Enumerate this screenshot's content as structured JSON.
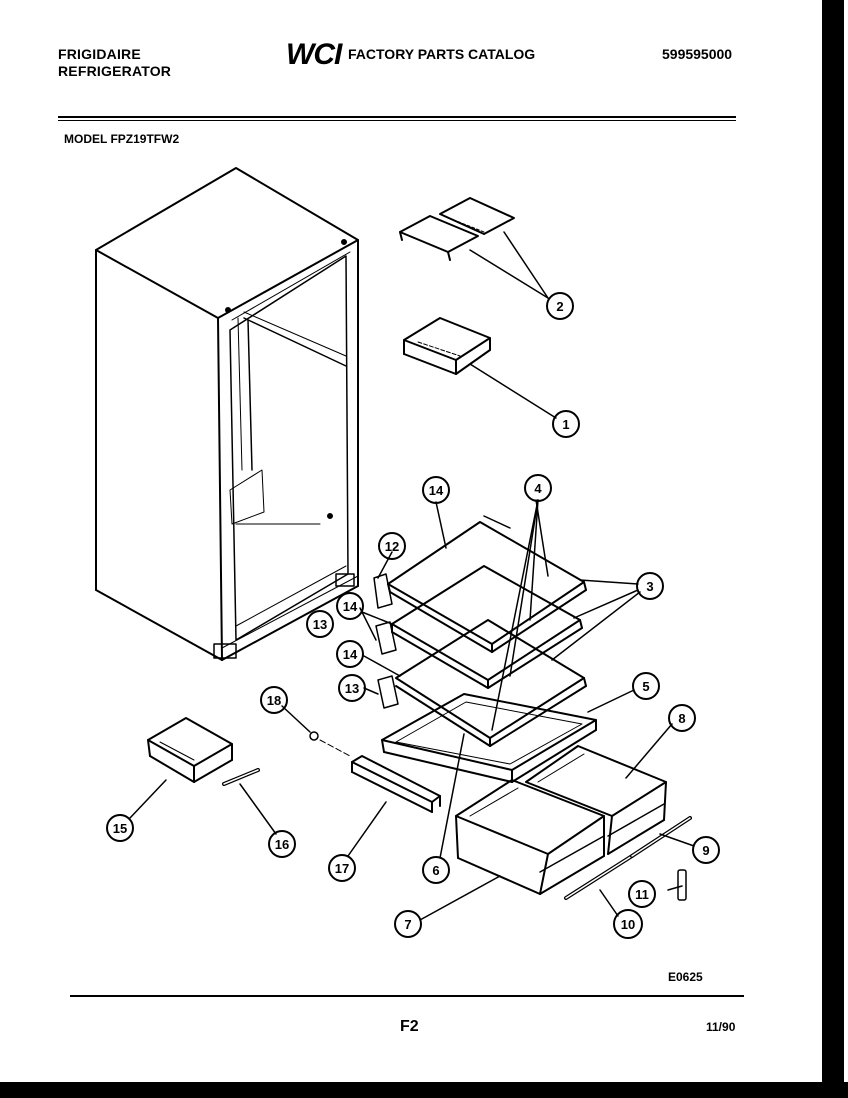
{
  "header": {
    "brand_line1": "FRIGIDAIRE",
    "brand_line2": "REFRIGERATOR",
    "logo": "WCI",
    "catalog_title": "FACTORY PARTS CATALOG",
    "catalog_number": "599595000"
  },
  "model_line": "MODEL FPZ19TFW2",
  "diagram_code": "E0625",
  "footer": {
    "page": "F2",
    "date": "11/90"
  },
  "callouts": [
    {
      "label": "1"
    },
    {
      "label": "2"
    },
    {
      "label": "3"
    },
    {
      "label": "4"
    },
    {
      "label": "5"
    },
    {
      "label": "6"
    },
    {
      "label": "7"
    },
    {
      "label": "8"
    },
    {
      "label": "9"
    },
    {
      "label": "10"
    },
    {
      "label": "11"
    },
    {
      "label": "12"
    },
    {
      "label": "13"
    },
    {
      "label": "13"
    },
    {
      "label": "14"
    },
    {
      "label": "14"
    },
    {
      "label": "14"
    },
    {
      "label": "15"
    },
    {
      "label": "16"
    },
    {
      "label": "17"
    },
    {
      "label": "18"
    }
  ]
}
